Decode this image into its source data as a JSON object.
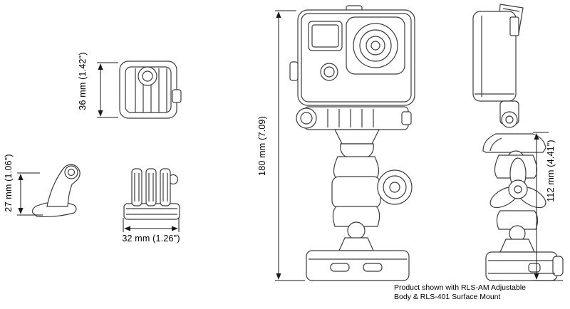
{
  "drawing": {
    "dimensions": {
      "buckle_height": "36 mm (1.42\")",
      "small_mount_height": "27 mm (1.06\")",
      "small_mount_width": "32 mm (1.26\")",
      "total_height": "180 mm (7.09)",
      "mount_assembly_height": "112 mm (4.41\")"
    },
    "caption": {
      "line1": "Product shown with RLS-AM Adjustable",
      "line2": "Body & RLS-401 Surface Mount"
    },
    "colors": {
      "background": "#ffffff",
      "line": "#3c3c3c",
      "dimension": "#1a1a1a"
    }
  }
}
